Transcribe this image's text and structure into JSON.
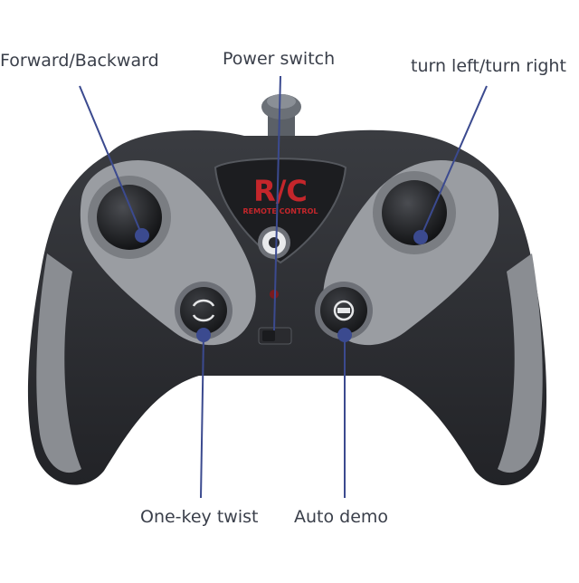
{
  "callouts": {
    "forward_backward": "Forward/Backward",
    "power_switch": "Power switch",
    "turn": "turn left/turn right",
    "twist": "One-key twist",
    "demo": "Auto demo"
  },
  "badge": {
    "logo_text": "R/C",
    "subtitle": "REMOTE CONTROL"
  },
  "colors": {
    "body": "#2e3034",
    "body_dark": "#1c1d20",
    "grip_gray": "#8a8d92",
    "panel_gray": "#9a9da2",
    "marker": "#3b4a8f",
    "leader": "#3b4a8f",
    "logo_red": "#c4262b",
    "text": "#3a3f4a"
  },
  "icons": [
    "joystick-icon",
    "twist-icon",
    "demo-icon",
    "power-knob-icon",
    "led-icon",
    "antenna-icon"
  ]
}
